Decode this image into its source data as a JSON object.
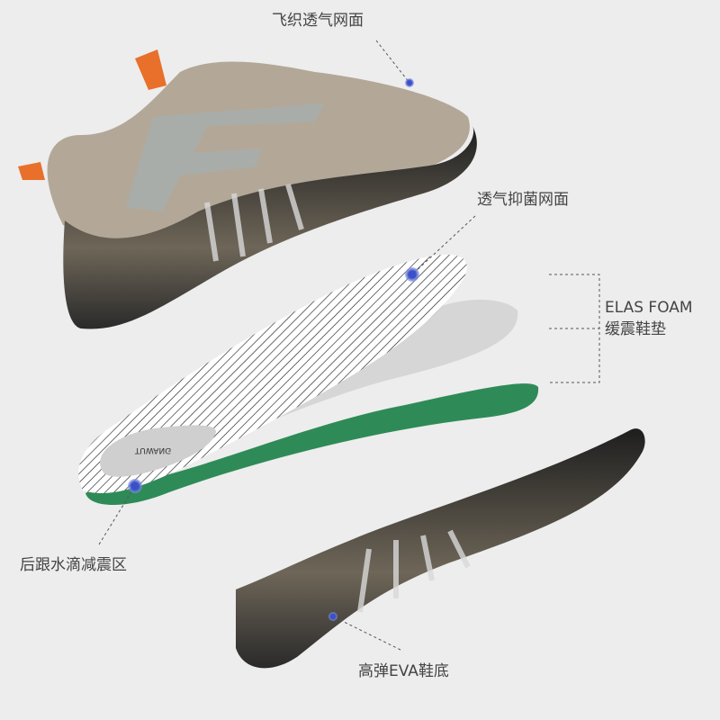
{
  "callouts": {
    "upper": "飞织透气网面",
    "lining": "透气抑菌网面",
    "foam_title": "ELAS FOAM",
    "foam_sub": "缓震鞋垫",
    "heel": "后跟水滴减震区",
    "sole": "高弹EVA鞋底"
  },
  "insole_logo": "TUWANG",
  "colors": {
    "background": "#ededed",
    "upper": "#b3a898",
    "sole": "#2a2a2a",
    "insole_green": "#2e8b57",
    "dot": "#3a4fc8"
  }
}
